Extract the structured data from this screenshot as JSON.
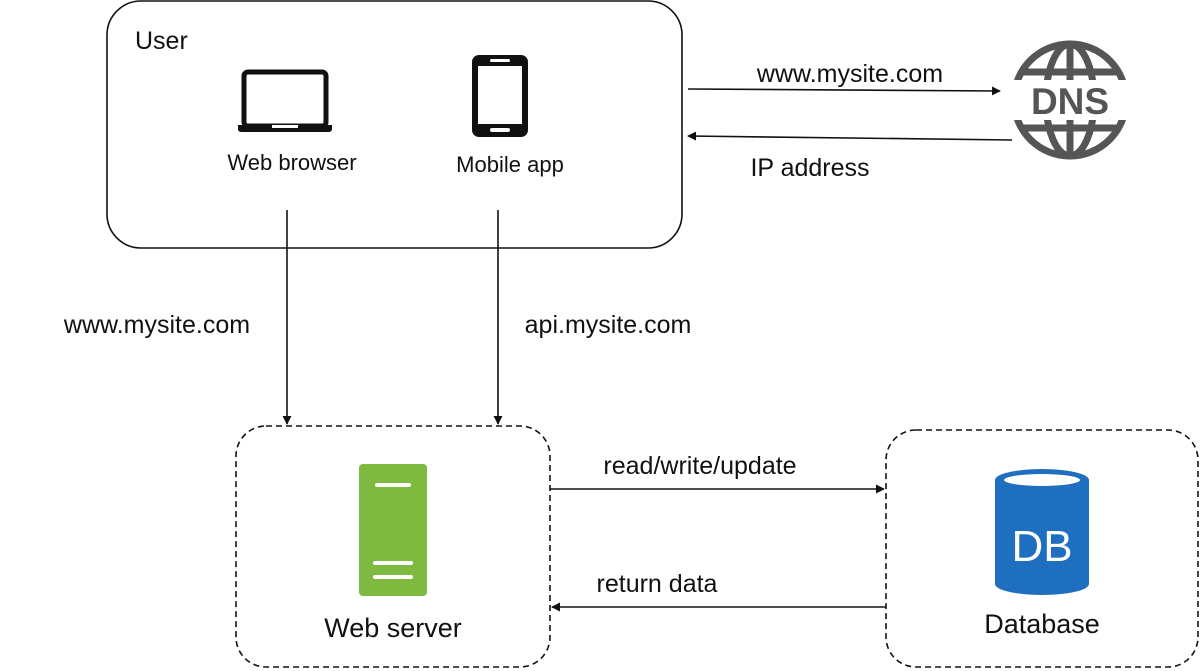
{
  "user_group": {
    "title": "User",
    "web_browser_label": "Web browser",
    "mobile_app_label": "Mobile app"
  },
  "dns": {
    "icon_text": "DNS",
    "request_label": "www.mysite.com",
    "response_label": "IP address"
  },
  "flows": {
    "browser_to_server_label": "www.mysite.com",
    "app_to_server_label": "api.mysite.com",
    "server_to_db_label": "read/write/update",
    "db_to_server_label": "return data"
  },
  "web_server": {
    "label": "Web server"
  },
  "database": {
    "icon_text": "DB",
    "label": "Database"
  },
  "colors": {
    "server_green": "#7dba3f",
    "db_blue": "#1e6fbf",
    "dns_gray": "#555555",
    "stroke": "#111111"
  }
}
